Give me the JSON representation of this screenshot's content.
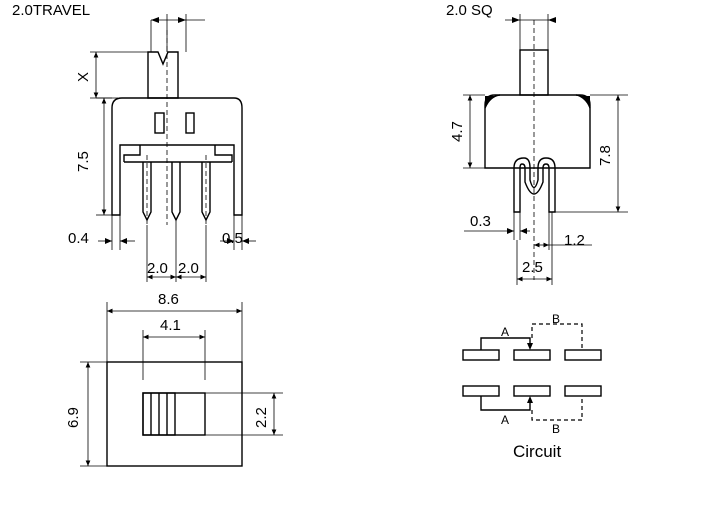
{
  "front_view": {
    "travel_label": "2.0TRAVEL",
    "x_label": "X",
    "height_label": "7.5",
    "left_offset_label": "0.4",
    "right_offset_label": "0.5",
    "pitch_left_label": "2.0",
    "pitch_right_label": "2.0"
  },
  "side_view": {
    "actuator_label": "2.0 SQ",
    "upper_height_label": "4.7",
    "total_height_label": "7.8",
    "pin_width_label": "0.3",
    "pin_offset_label": "1.2",
    "pin_span_label": "2.5"
  },
  "top_view": {
    "width_label": "8.6",
    "slot_width_label": "4.1",
    "height_label": "6.9",
    "knob_height_label": "2.2"
  },
  "circuit": {
    "title": "Circuit",
    "top_a_label": "A",
    "top_b_label": "B",
    "bottom_a_label": "A",
    "bottom_b_label": "B"
  }
}
